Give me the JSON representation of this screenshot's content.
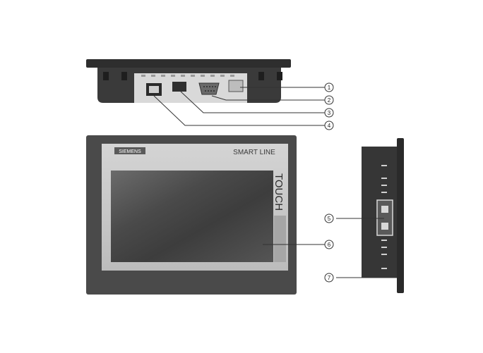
{
  "device": {
    "brand": "SIEMENS",
    "product_line": "SMART LINE",
    "touch_label": "TOUCH"
  },
  "callouts": [
    "1",
    "2",
    "3",
    "4",
    "5",
    "6",
    "7"
  ],
  "colors": {
    "housing_dark": "#2b2b2b",
    "housing_mid": "#4a4a4a",
    "bezel": "#c8c8c8",
    "screen": "#4e4e4e",
    "line": "#333333"
  }
}
